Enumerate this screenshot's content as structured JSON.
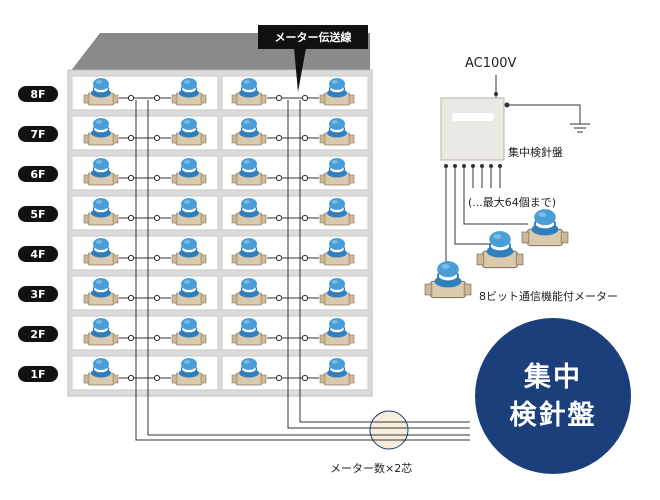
{
  "floors": [
    "8F",
    "7F",
    "6F",
    "5F",
    "4F",
    "3F",
    "2F",
    "1F"
  ],
  "labels": {
    "meter_line": "メーター伝送線",
    "power": "AC100V",
    "panel": "集中検針盤",
    "max_count": "(...最大64個まで)",
    "meter_type": "8ビット通信機能付メーター",
    "wire_count": "メーター数×2芯",
    "big_title_line1": "集中",
    "big_title_line2": "検針盤"
  },
  "colors": {
    "navy": "#1a3f7a",
    "meter_blue": "#4a9ed6",
    "meter_body": "#d9c9ad",
    "building": "#d8d8d8",
    "roof": "#8a8a8a",
    "wire": "#333333",
    "pill": "#111111"
  }
}
